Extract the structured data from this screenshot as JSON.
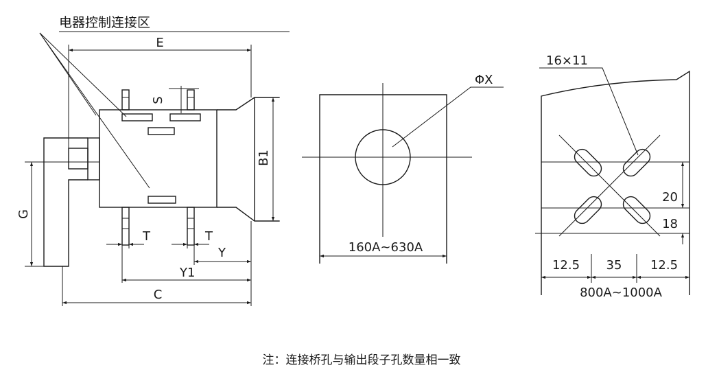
{
  "side_view": {
    "zone_label": "电器控制连接区",
    "dim_E": "E",
    "dim_S": "S",
    "dim_B1": "B1",
    "dim_G": "G",
    "dim_T_left": "T",
    "dim_T_right": "T",
    "dim_Y": "Y",
    "dim_Y1": "Y1",
    "dim_C": "C"
  },
  "front_view": {
    "hole_label": "ΦX",
    "range_label": "160A~630A"
  },
  "busbar_view": {
    "slot_label": "16×11",
    "dim_20": "20",
    "dim_18": "18",
    "dim_left": "12.5",
    "dim_mid": "35",
    "dim_right": "12.5",
    "range_label": "800A~1000A"
  },
  "note": "注：连接桥孔与输出段子孔数量相一致"
}
